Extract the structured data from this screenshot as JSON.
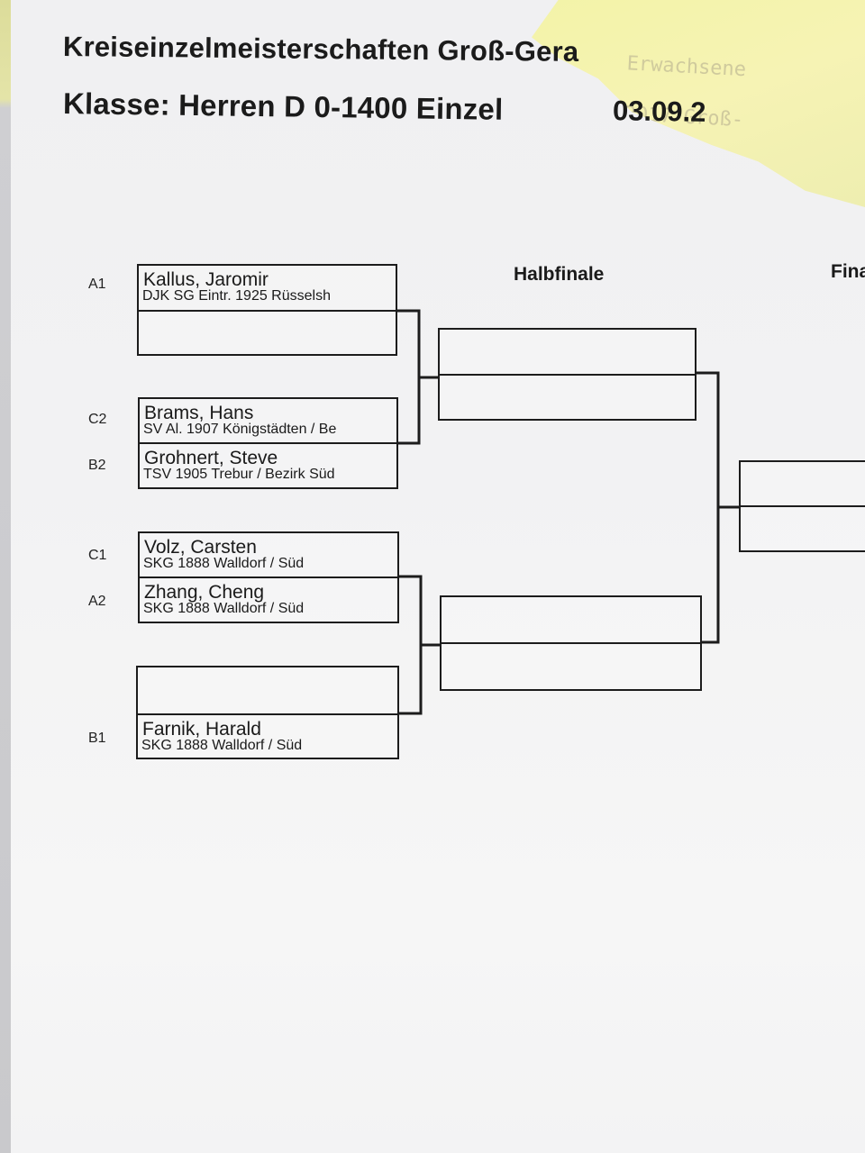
{
  "header": {
    "title": "Kreiseinzelmeisterschaften Groß-Gera",
    "class_line": "Klasse: Herren D 0-1400 Einzel",
    "date": "03.09.2",
    "sticky_note": "Erwachsene\n2017 Groß-"
  },
  "rounds": {
    "semifinal": "Halbfinale",
    "final": "Fina"
  },
  "entries": [
    {
      "seed": "A1",
      "name": "Kallus, Jaromir",
      "club": "DJK SG Eintr. 1925 Rüsselsh"
    },
    {
      "seed": "C2",
      "name": "Brams, Hans",
      "club": "SV Al. 1907 Königstädten / Be"
    },
    {
      "seed": "B2",
      "name": "Grohnert, Steve",
      "club": "TSV 1905 Trebur / Bezirk Süd"
    },
    {
      "seed": "C1",
      "name": "Volz, Carsten",
      "club": "SKG 1888 Walldorf / Süd"
    },
    {
      "seed": "A2",
      "name": "Zhang, Cheng",
      "club": "SKG 1888 Walldorf / Süd"
    },
    {
      "seed": "B1",
      "name": "Farnik, Harald",
      "club": "SKG 1888 Walldorf / Süd"
    }
  ]
}
